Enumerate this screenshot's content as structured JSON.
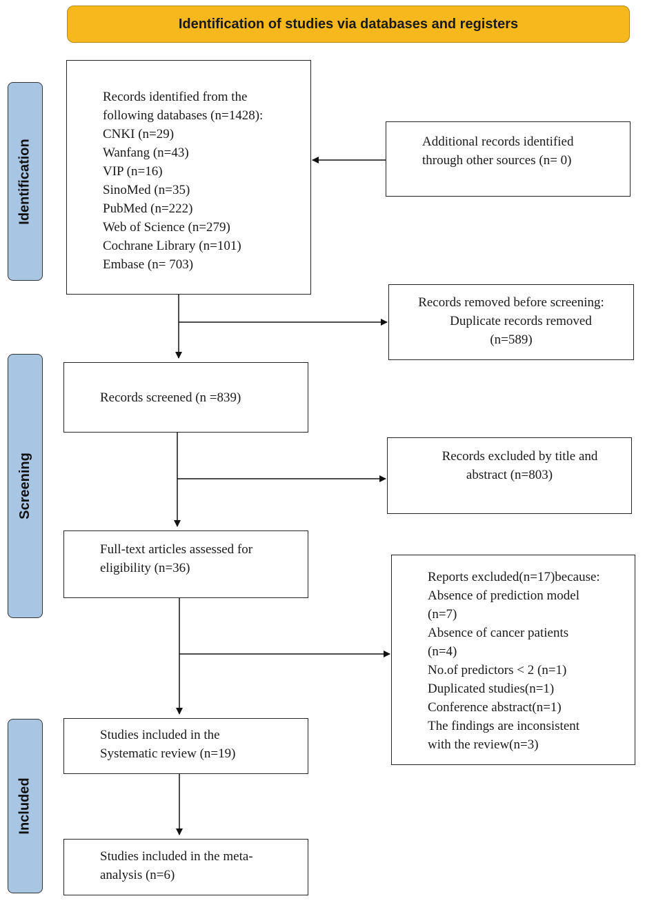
{
  "header": {
    "title": "Identification of studies via databases and registers"
  },
  "stages": {
    "identification": "Identification",
    "screening": "Screening",
    "included": "Included"
  },
  "databases": {
    "lines": [
      "Records identified from the",
      "following databases (n=1428):",
      "CNKI (n=29)",
      "Wanfang (n=43)",
      "VIP (n=16)",
      "SinoMed (n=35)",
      "PubMed (n=222)",
      "Web of Science (n=279)",
      "Cochrane Library (n=101)",
      "Embase (n= 703)"
    ]
  },
  "other_sources": {
    "lines": [
      "Additional records identified",
      "through other sources (n= 0)"
    ]
  },
  "removed": {
    "lines": [
      "Records removed before screening:",
      "Duplicate records removed",
      "(n=589)"
    ]
  },
  "screened": {
    "lines": [
      "Records screened (n =839)"
    ]
  },
  "excluded_title": {
    "lines": [
      "Records excluded by title and",
      "abstract (n=803)"
    ]
  },
  "fulltext": {
    "lines": [
      "Full-text articles assessed for",
      "eligibility (n=36)"
    ]
  },
  "reports_excluded": {
    "lines": [
      "Reports excluded(n=17)because:",
      "Absence of prediction model",
      "(n=7)",
      "Absence of cancer patients",
      "(n=4)",
      "No.of predictors < 2 (n=1)",
      "Duplicated studies(n=1)",
      "Conference abstract(n=1)",
      "The findings are inconsistent",
      "with the review(n=3)"
    ]
  },
  "systematic": {
    "lines": [
      "Studies included in the",
      "Systematic review (n=19)"
    ]
  },
  "meta": {
    "lines": [
      "Studies included in the meta-",
      "analysis (n=6)"
    ]
  }
}
